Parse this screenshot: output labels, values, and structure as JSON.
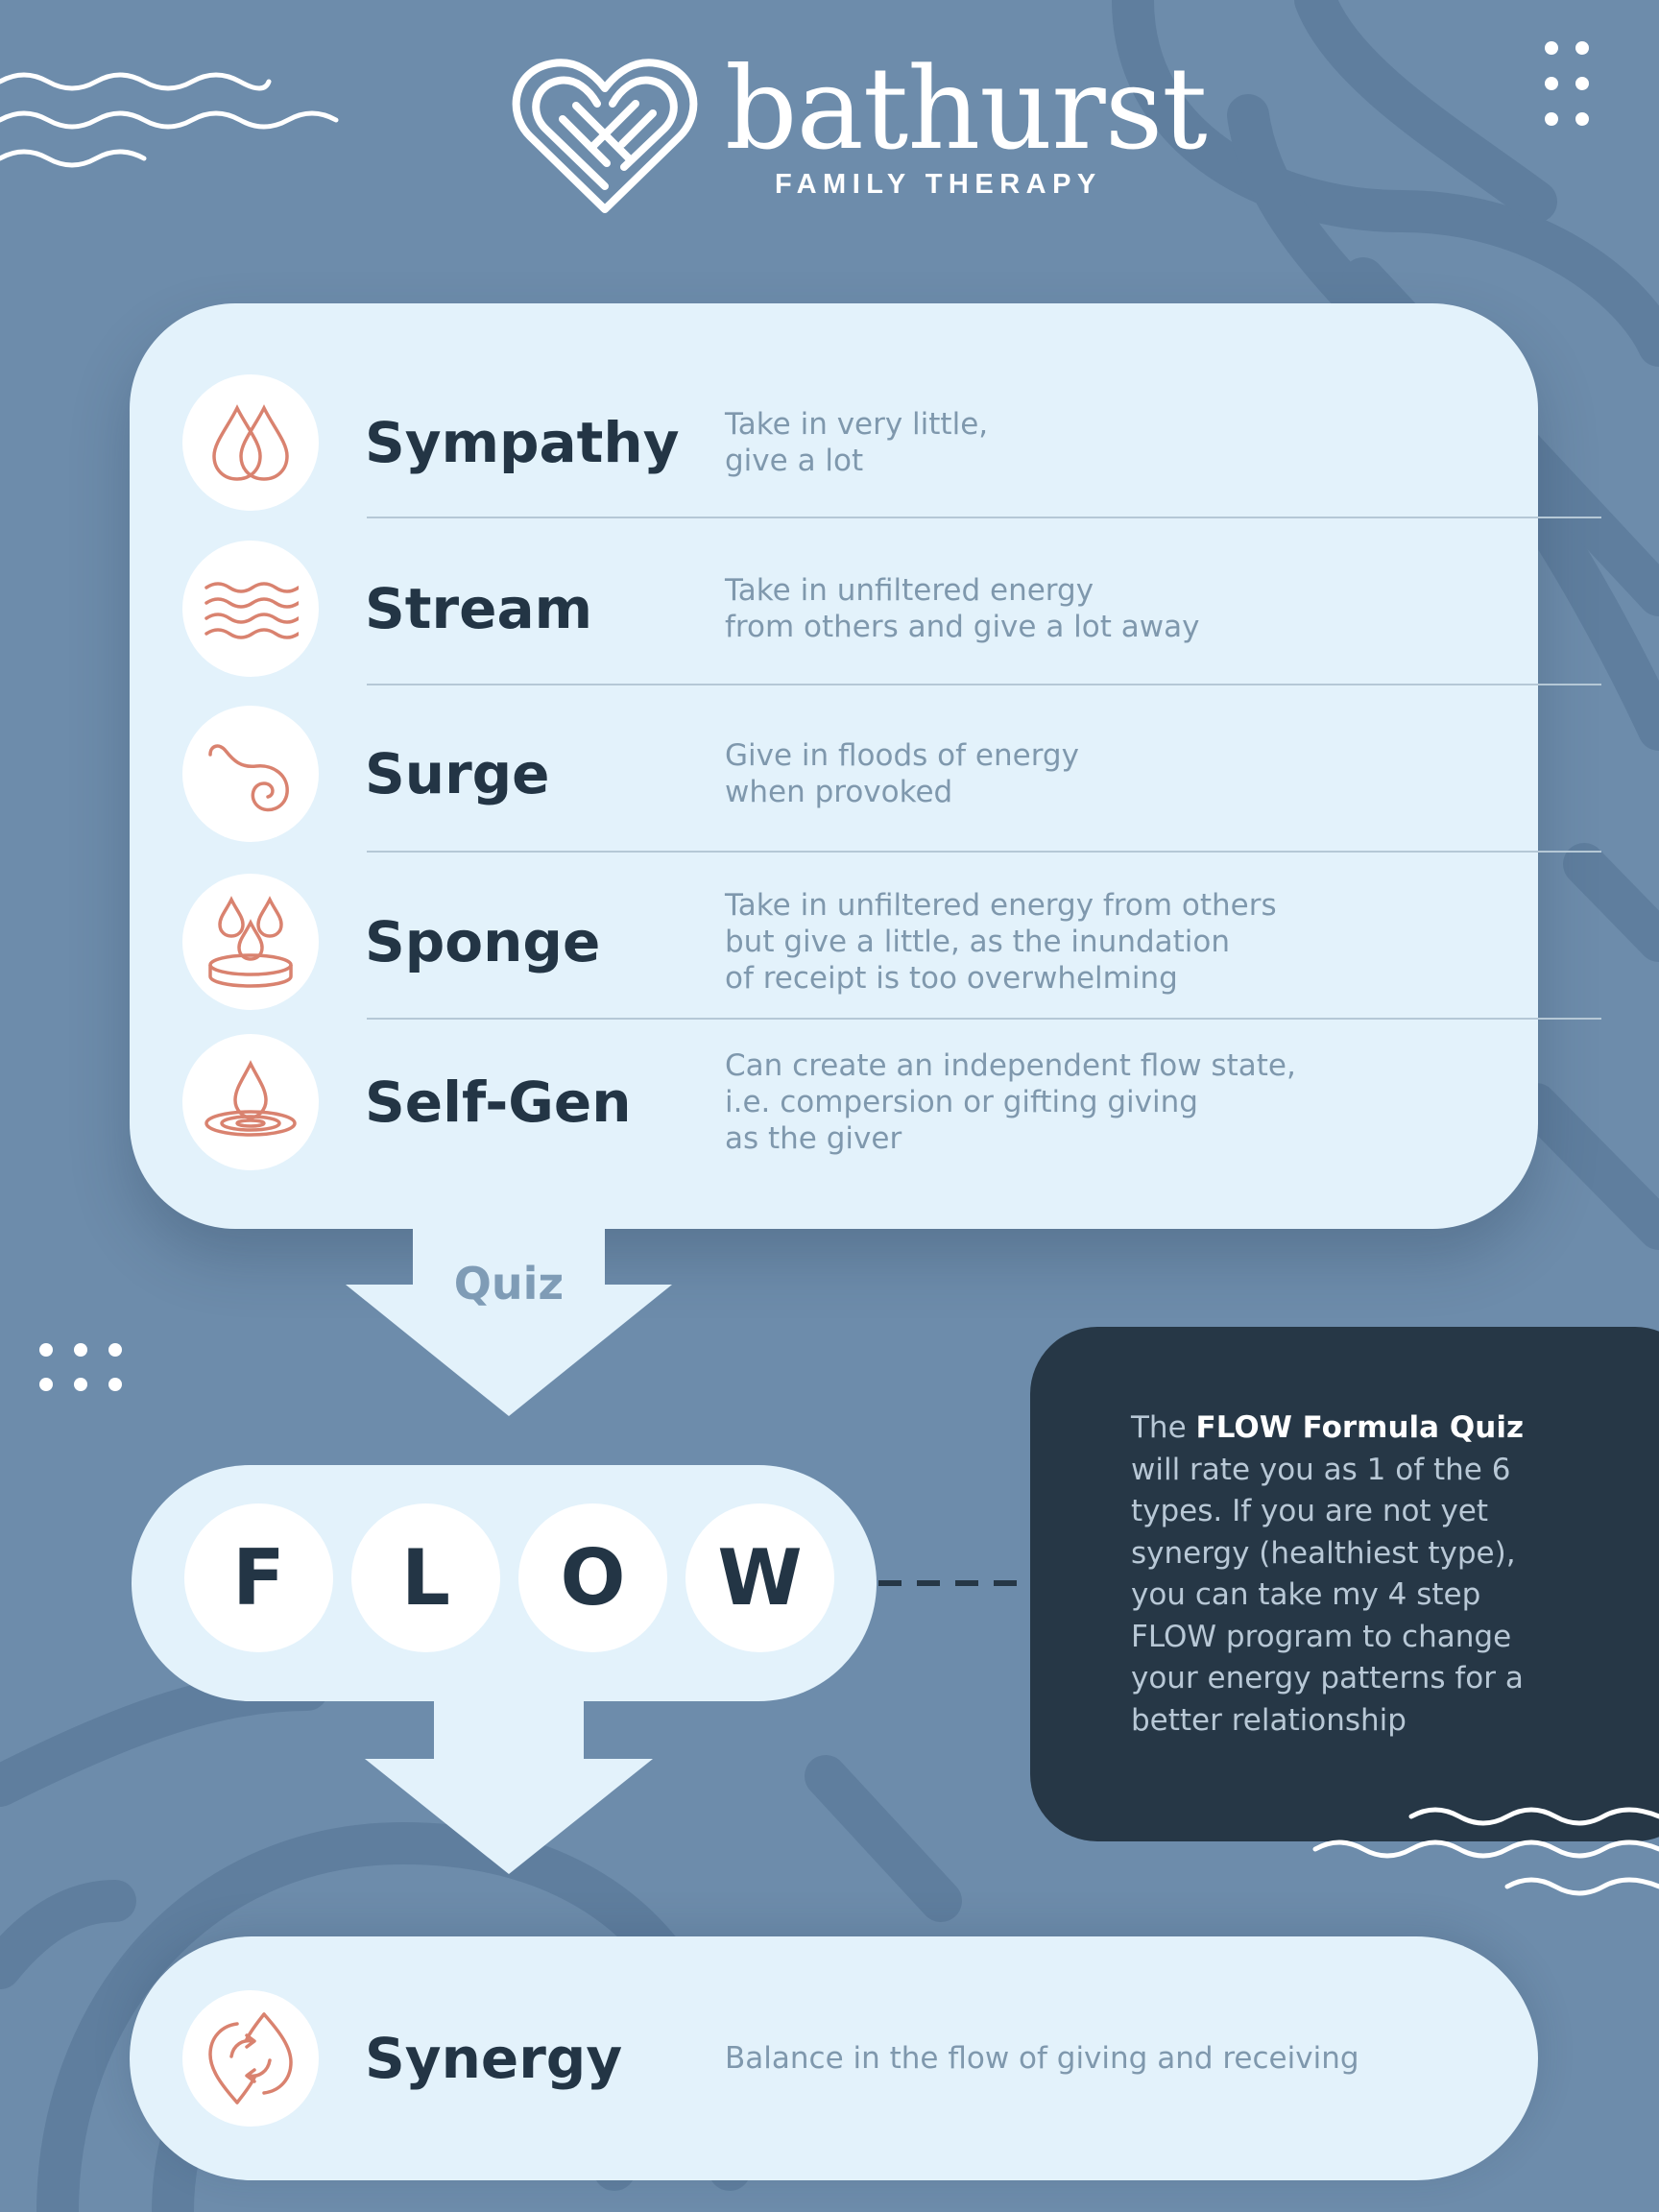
{
  "brand": {
    "name": "bathurst",
    "tagline": "FAMILY THERAPY"
  },
  "types": [
    {
      "title": "Sympathy",
      "desc": "Take in very little,\ngive a lot",
      "icon": "two-drops-icon"
    },
    {
      "title": "Stream",
      "desc": "Take in unfiltered energy\nfrom others and give a lot away",
      "icon": "waves-icon"
    },
    {
      "title": "Surge",
      "desc": "Give in floods of energy\nwhen provoked",
      "icon": "spiral-icon"
    },
    {
      "title": "Sponge",
      "desc": "Take in unfiltered energy from others\nbut give a little, as the inundation\nof receipt is too overwhelming",
      "icon": "sponge-drops-icon"
    },
    {
      "title": "Self-Gen",
      "desc": "Can create an independent flow state,\ni.e. compersion or gifting giving\nas the giver",
      "icon": "drop-ripple-icon"
    }
  ],
  "quiz_label": "Quiz",
  "flow_letters": [
    "F",
    "L",
    "O",
    "W"
  ],
  "info": {
    "lead": "The ",
    "bold": "FLOW Formula Quiz",
    "rest": " will rate you as 1 of the 6 types. If you are not yet synergy (healthiest type), you can take my 4 step FLOW program to change your energy patterns for a better relationship"
  },
  "synergy": {
    "title": "Synergy",
    "desc": "Balance in the flow of giving and receiving",
    "icon": "cycle-drop-icon"
  },
  "colors": {
    "background": "#6d8cab",
    "card": "#e3f2fb",
    "dark_box": "#263746",
    "title_text": "#233545",
    "desc_text": "#7f98ad",
    "icon_accent": "#d9826f"
  }
}
